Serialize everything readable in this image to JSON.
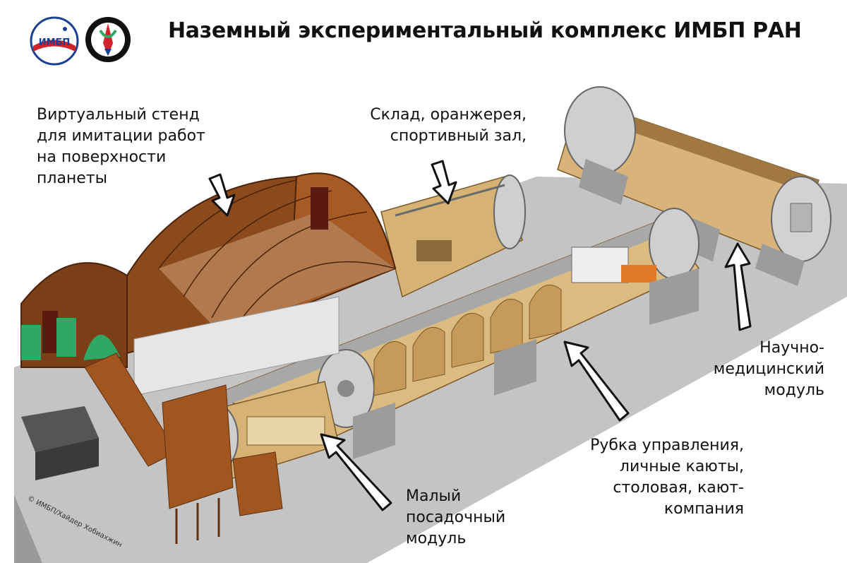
{
  "title": "Наземный экспериментальный комплекс ИМБП РАН",
  "logo_imbp": "ИМБП",
  "labels": {
    "virtual_stand": [
      "Виртуальный стенд",
      "для имитации работ",
      "на поверхности",
      "планеты"
    ],
    "storage": [
      "Склад, оранжерея,",
      "спортивный зал,"
    ],
    "medical": [
      "Научно-",
      "медицинский",
      "модуль"
    ],
    "control": [
      "Рубка управления,",
      "личные каюты,",
      "столовая, кают-",
      "компания"
    ],
    "lander": [
      "Малый",
      "посадочный",
      "модуль"
    ]
  },
  "copyright": "© ИМБП/Хайдер Хобиахжин",
  "colors": {
    "dome": "#8a4a1c",
    "dome_dark": "#5e2f10",
    "mars_surface": "#b07a4e",
    "module_shell": "#c8c8c8",
    "module_interior": "#c9a56a",
    "floor": "#bdbdbd",
    "green_door": "#2fa866",
    "logo_blue": "#1b3f94",
    "logo_red": "#d3232a"
  }
}
